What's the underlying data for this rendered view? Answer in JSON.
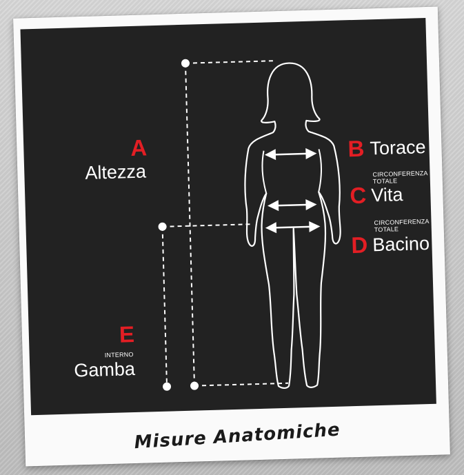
{
  "labels": {
    "a": {
      "letter": "A",
      "word": "Altezza"
    },
    "b": {
      "letter": "B",
      "word": "Torace"
    },
    "c": {
      "letter": "C",
      "note": "CIRCONFERENZA",
      "note2": "TOTALE",
      "word": "Vita"
    },
    "d": {
      "letter": "D",
      "note": "CIRCONFERENZA",
      "note2": "TOTALE",
      "word": "Bacino"
    },
    "e": {
      "letter": "E",
      "note": "INTERNO",
      "word": "Gamba"
    }
  },
  "caption": "Misure Anatomiche",
  "colors": {
    "accent": "#e31e24",
    "photo_bg": "#222222",
    "line": "#ffffff",
    "frame": "#fafafa"
  }
}
